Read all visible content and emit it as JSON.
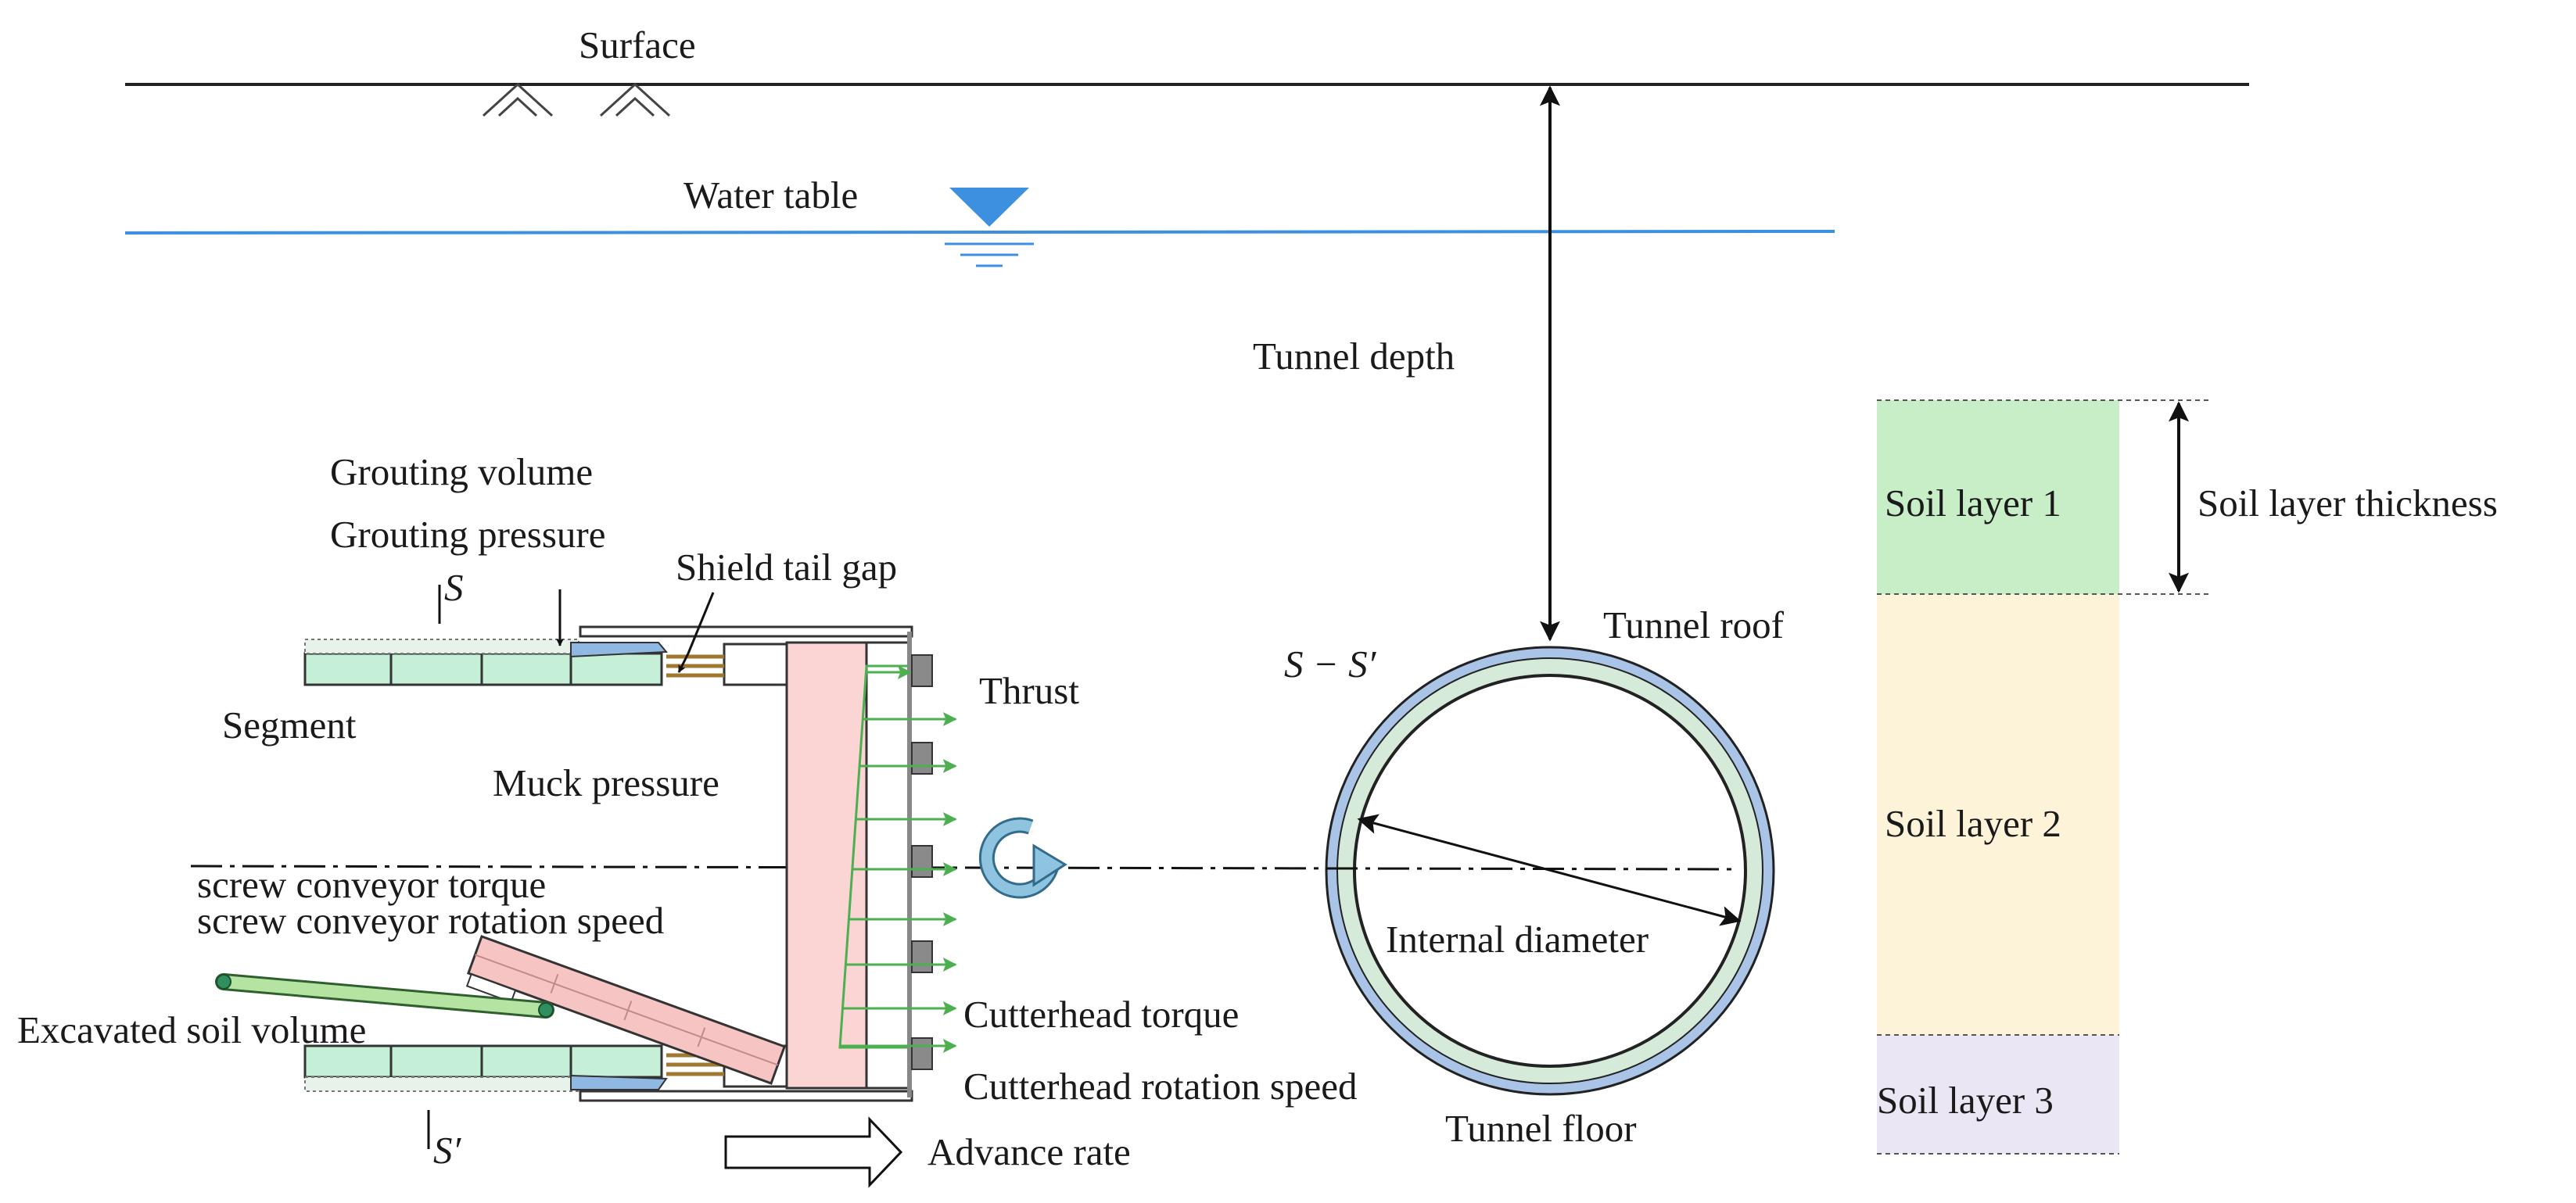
{
  "labels": {
    "surface": "Surface",
    "water_table": "Water table",
    "tunnel_depth": "Tunnel depth",
    "grouting_volume": "Grouting volume",
    "grouting_pressure": "Grouting pressure",
    "shield_tail_gap": "Shield tail gap",
    "segment": "Segment",
    "thrust": "Thrust",
    "muck_pressure": "Muck pressure",
    "screw_conveyor_torque": "screw conveyor torque",
    "screw_conveyor_rotation_speed": "screw conveyor rotation speed",
    "excavated_soil_volume": "Excavated soil volume",
    "cutterhead_torque": "Cutterhead torque",
    "cutterhead_rotation_speed": "Cutterhead rotation speed",
    "advance_rate": "Advance rate",
    "section_s": "S",
    "section_s_prime": "S′",
    "section_label": "S − S′",
    "tunnel_roof": "Tunnel roof",
    "tunnel_floor": "Tunnel floor",
    "internal_diameter": "Internal diameter",
    "soil_layer_1": "Soil layer 1",
    "soil_layer_2": "Soil layer 2",
    "soil_layer_3": "Soil layer 3",
    "soil_layer_thickness": "Soil layer thickness"
  },
  "colors": {
    "water": "#3d8fe0",
    "soil_layer_1": "#c8eec8",
    "soil_layer_2": "#fdf3d8",
    "soil_layer_3": "#ebe6f3",
    "segment": "#c6efd7",
    "shield_body": "#fbd4d4",
    "screw_conveyor": "#f7c4c4",
    "thrust_arrows": "#4caf50",
    "rotation_arrow": "#8ec4e0",
    "lining_outer": "#a9c4e6",
    "lining_inner": "#d6ead9"
  }
}
